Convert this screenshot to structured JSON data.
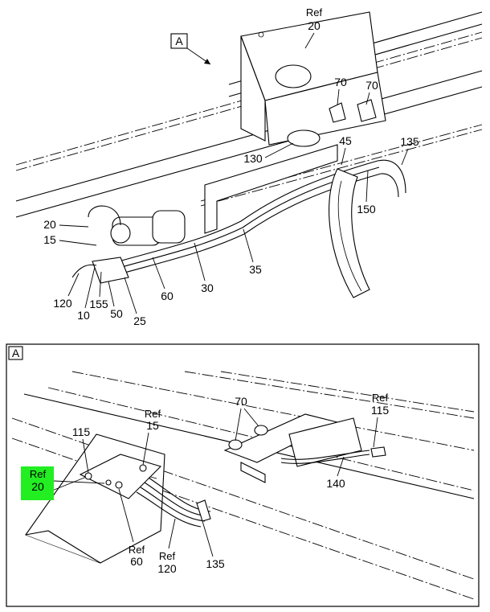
{
  "view_a_tag": "A",
  "upper": {
    "ref20": {
      "ref": "Ref",
      "num": "20"
    },
    "l70a": "70",
    "l70b": "70",
    "l130": "130",
    "l45": "45",
    "l135": "135",
    "l150": "150",
    "l20": "20",
    "l15": "15",
    "l35": "35",
    "l30": "30",
    "l60": "60",
    "l120": "120",
    "l10": "10",
    "l155": "155",
    "l50": "50",
    "l25": "25"
  },
  "lower": {
    "panel_tag": "A",
    "l70": "70",
    "ref115": {
      "ref": "Ref",
      "num": "115"
    },
    "l115": "115",
    "ref15": {
      "ref": "Ref",
      "num": "15"
    },
    "ref20": {
      "ref": "Ref",
      "num": "20"
    },
    "ref60": {
      "ref": "Ref",
      "num": "60"
    },
    "ref120": {
      "ref": "Ref",
      "num": "120"
    },
    "l135": "135",
    "l140": "140"
  },
  "highlight_color": "#22ee22"
}
